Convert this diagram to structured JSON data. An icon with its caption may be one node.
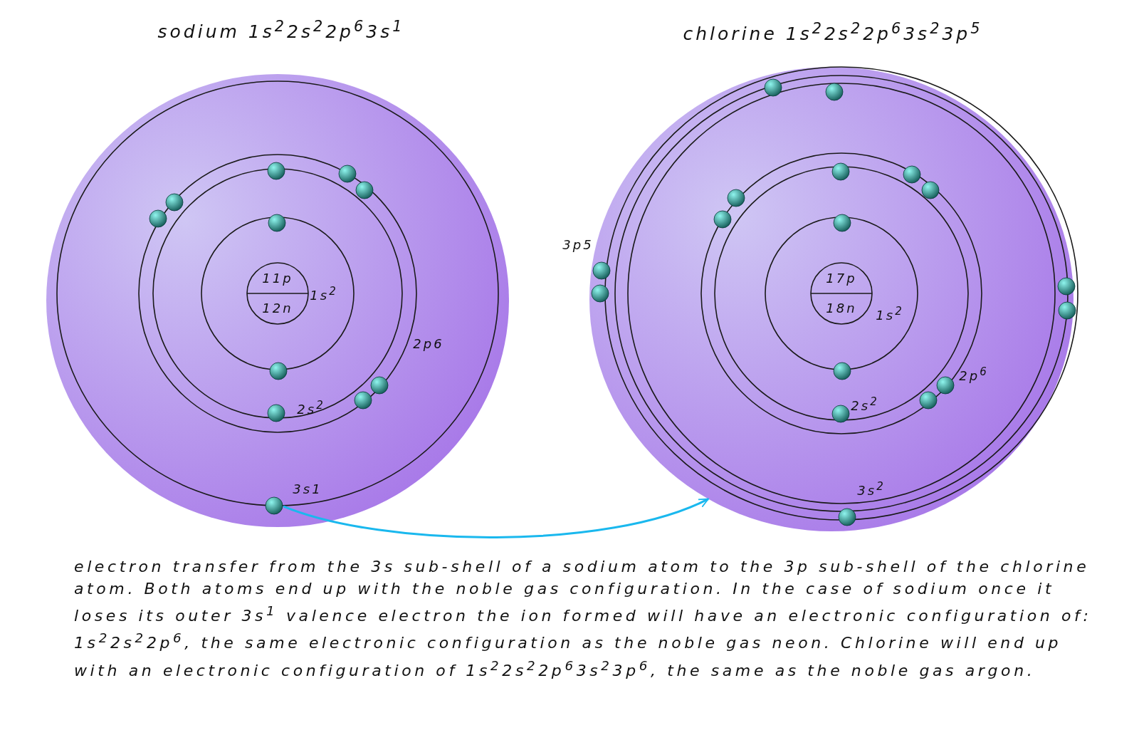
{
  "diagram": {
    "nodes": [
      {
        "text": [
          "sodium 1s$^{2}$2s$^{2}$2p$^{6}$3s$^{1}$"
        ]
      },
      {
        "text": [
          "chlorine 1s$^{2}$2s$^{2}$2p$^{6}$3s$^{2}$3p$^{5}$"
        ]
      },
      {
        "text": [],
        "shape": "circle",
        "in": 0
      }
    ],
    "edges": [
      {
        "from": 2,
        "to": 1,
        "arrow": "to",
        "color": "#1ab8ee"
      }
    ],
    "labels": [
      "11p",
      "12n",
      "1s$^{2}$",
      "2p6",
      "2s$^{2}$",
      "3s1",
      "3p5",
      "17p",
      "18n",
      "1s$^{2}$",
      "2p$^{6}$",
      "2s$^{2}$",
      "3s$^{2}$"
    ],
    "caption": "electron transfer from the 3s sub-shell of a sodium atom to the 3p sub-shell of the chlorine atom.  Both atoms end up with the noble gas configuration. In the case of sodium once it loses its outer 3s$^{1}$ valence electron the ion formed will have an electronic configuration of: 1s$^{2}$2s$^{2}$2p$^{6}$, the same electronic configuration as the noble gas neon.  Chlorine will end up with an electronic configuration of 1s$^{2}$2s$^{2}$2p$^{6}$3s$^{2}$3p$^{6}$, the same as the noble gas argon."
  }
}
